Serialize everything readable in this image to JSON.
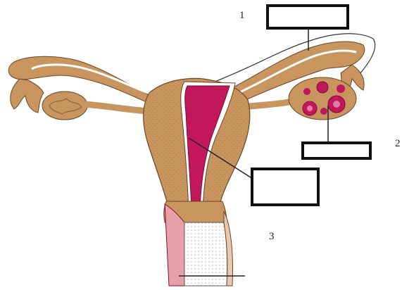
{
  "labels": {
    "one": "1",
    "two": "2",
    "three": "3"
  },
  "colors": {
    "tissue": "#c8955e",
    "tissue_dark": "#9a6a3c",
    "cavity": "#c2185b",
    "follicle": "#c2185b",
    "canal_pink": "#e8a0a8",
    "background": "#ffffff",
    "box_border": "#111111"
  }
}
